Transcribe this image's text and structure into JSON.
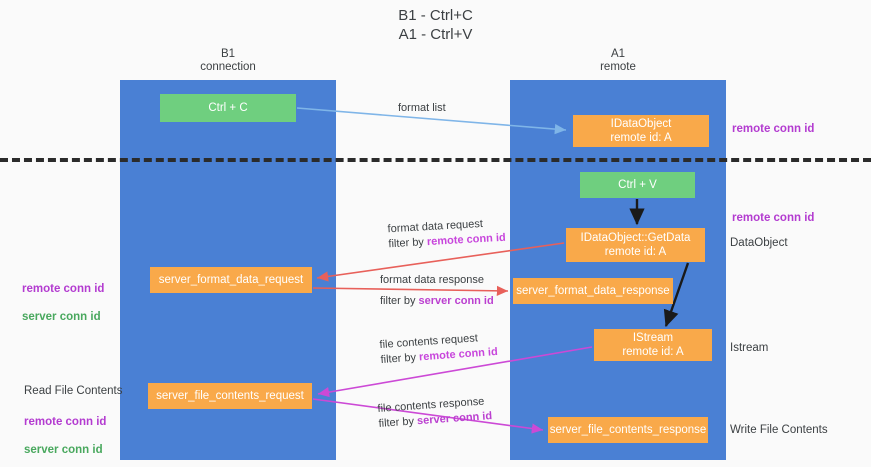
{
  "title": "B1 - Ctrl+C\nA1 - Ctrl+V",
  "lanes": {
    "left": {
      "header": "B1\nconnection",
      "color": "#4a80d4"
    },
    "right": {
      "header": "A1\nremote",
      "color": "#4a80d4"
    }
  },
  "colors": {
    "lane": "#4a80d4",
    "green_node": "#6fcf7f",
    "orange_node": "#f9a94a",
    "purple_text": "#b33bd0",
    "green_text": "#49a85e",
    "divider": "#2b2b2b",
    "arrow_blue": "#7fb5e8",
    "arrow_red": "#e8605a",
    "arrow_magenta": "#cc49d6",
    "arrow_black": "#1a1a1a"
  },
  "nodes": {
    "ctrl_c": "Ctrl + C",
    "idataobject": "IDataObject\nremote id: A",
    "ctrl_v": "Ctrl + V",
    "getdata": "IDataObject::GetData\nremote id: A",
    "server_format_data_request": "server_format_data_request",
    "server_format_data_response": "server_format_data_response",
    "istream": "IStream\nremote id: A",
    "server_file_contents_request": "server_file_contents_request",
    "server_file_contents_response": "server_file_contents_response"
  },
  "side_labels": {
    "remote_conn_id_top": "remote conn id",
    "remote_conn_id_mid": "remote conn id",
    "dataobject": "DataObject",
    "istream": "Istream",
    "write_file_contents": "Write File Contents",
    "read_file_contents": "Read File Contents"
  },
  "id_pairs": {
    "remote": "remote conn id",
    "server": "server conn id"
  },
  "arrow_labels": {
    "format_list": "format list",
    "format_data_request": "format data request",
    "format_data_request_filter_prefix": "filter by ",
    "format_data_request_filter_key": "remote conn id",
    "format_data_response": "format data response",
    "format_data_response_filter_prefix": "filter by ",
    "format_data_response_filter_key": "server conn id",
    "file_contents_request": "file contents request",
    "file_contents_request_filter_prefix": "filter by ",
    "file_contents_request_filter_key": "remote conn id",
    "file_contents_response": "file contents response",
    "file_contents_response_filter_prefix": "filter by ",
    "file_contents_response_filter_key": "server conn id"
  }
}
